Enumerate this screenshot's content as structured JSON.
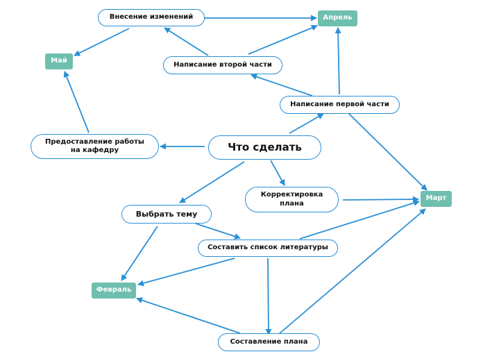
{
  "diagram": {
    "central_topic": "Что сделать",
    "tasks": {
      "vnesenie": "Внесение изменений",
      "vtoraya_chast": "Написание второй части",
      "pervaya_chast": "Написание первой части",
      "predostavlenie": "Предоставление работы\nна кафедру",
      "korrektirovka": "Корректировка\nплана",
      "vybrat_temu": "Выбрать тему",
      "spisok_literatury": "Составить список литературы",
      "sostavlenie_plana": "Составление плана"
    },
    "months": {
      "aprel": "Апрель",
      "may": "Май",
      "mart": "Март",
      "fevral": "Февраль"
    },
    "colors": {
      "edge": "#2a8fd6",
      "node_border": "#2a8fd6",
      "month_fill": "#6fbfae",
      "month_text": "#ffffff"
    }
  }
}
